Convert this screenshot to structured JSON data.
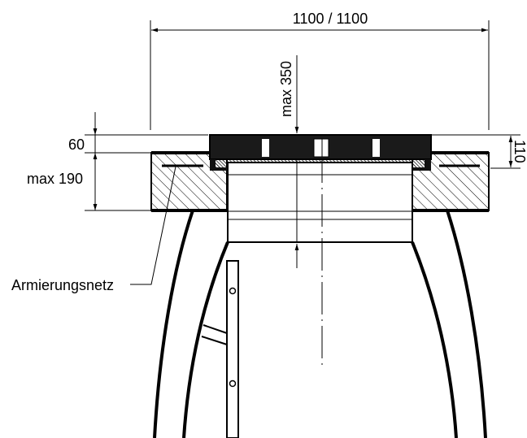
{
  "dimensions": {
    "overall_width": "1100 / 1100",
    "max_height": "max 350",
    "ring_height_left": "60",
    "ring_height_right": "110",
    "slab_height": "max 190"
  },
  "callouts": {
    "reinforcement": "Armierungsnetz"
  }
}
